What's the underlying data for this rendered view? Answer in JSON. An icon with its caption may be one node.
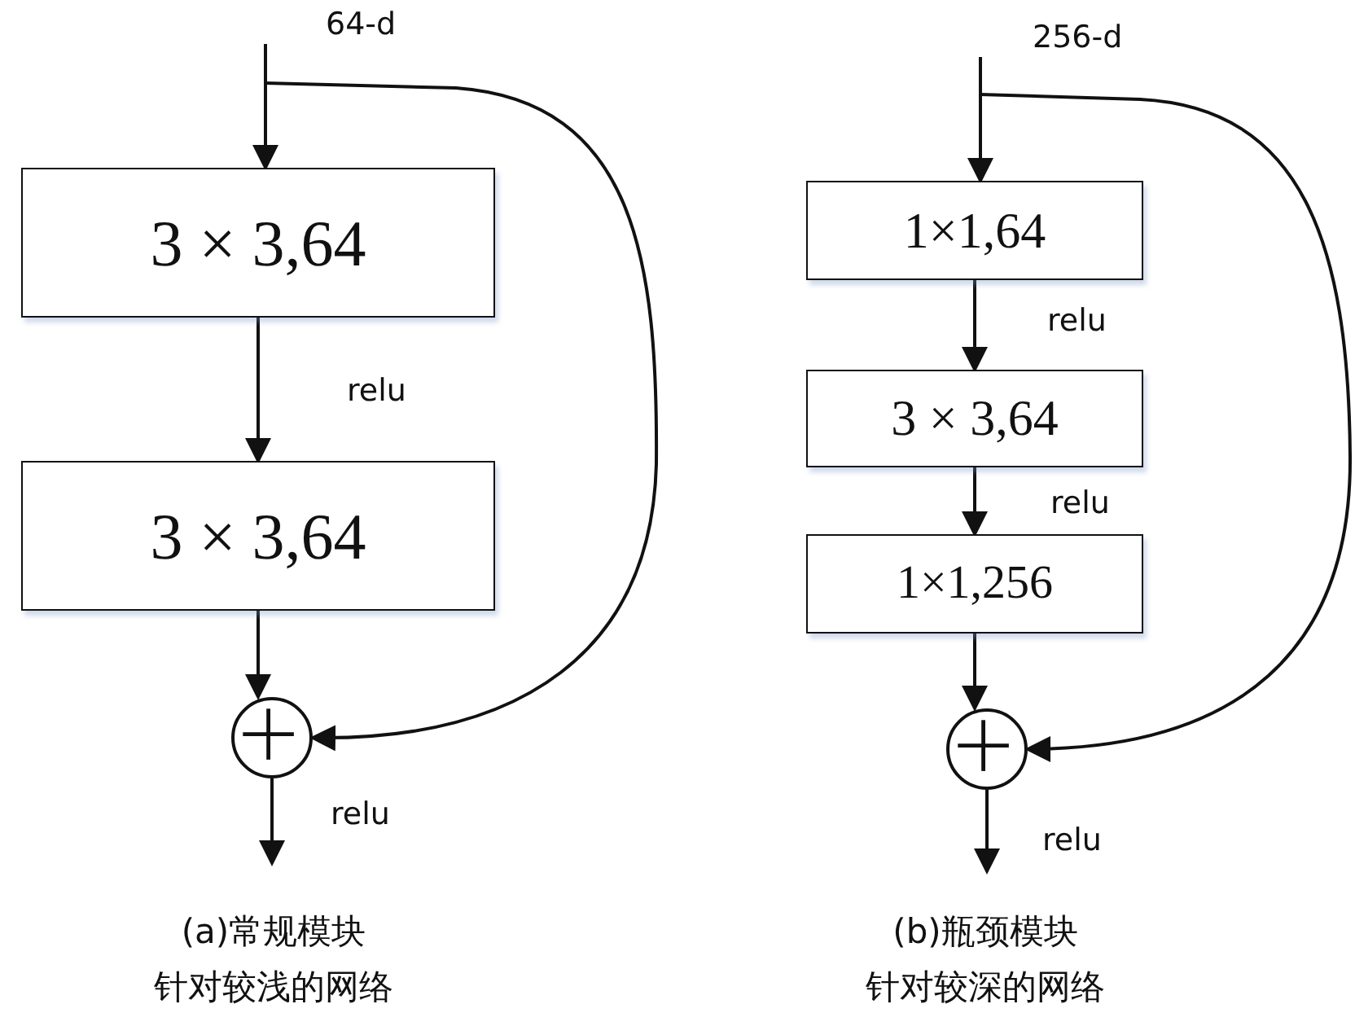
{
  "diagram": {
    "nodes": [
      {
        "text": [
          "3 × 3,64"
        ]
      },
      {
        "text": [
          "3 × 3,64"
        ]
      },
      {
        "text": [],
        "shape": "circle"
      },
      {
        "text": [
          "1×1,64"
        ]
      },
      {
        "text": [
          "3 × 3,64"
        ]
      },
      {
        "text": [
          "1×1,256"
        ]
      },
      {
        "text": [],
        "shape": "circle"
      }
    ],
    "edges": [
      {
        "from": null,
        "to": 0,
        "arrow": "to"
      },
      {
        "from": 0,
        "to": 1,
        "arrow": "to",
        "label": "relu"
      },
      {
        "from": 1,
        "to": 2,
        "arrow": "to"
      },
      {
        "from": null,
        "to": 2,
        "arrow": "to"
      },
      {
        "from": 2,
        "to": null,
        "arrow": "to",
        "label": "relu"
      },
      {
        "from": null,
        "to": 3,
        "arrow": "to"
      },
      {
        "from": 3,
        "to": 4,
        "arrow": "to",
        "label": "relu"
      },
      {
        "from": 4,
        "to": 5,
        "arrow": "to",
        "label": "relu"
      },
      {
        "from": 5,
        "to": 6,
        "arrow": "to"
      },
      {
        "from": null,
        "to": 6,
        "arrow": "to"
      },
      {
        "from": 6,
        "to": null,
        "arrow": "to",
        "label": "relu"
      }
    ],
    "labels": [
      "64-d",
      "256-d",
      "(a)常规模块",
      "针对较浅的网络",
      "(b)瓶颈模块",
      "针对较深的网络"
    ]
  }
}
